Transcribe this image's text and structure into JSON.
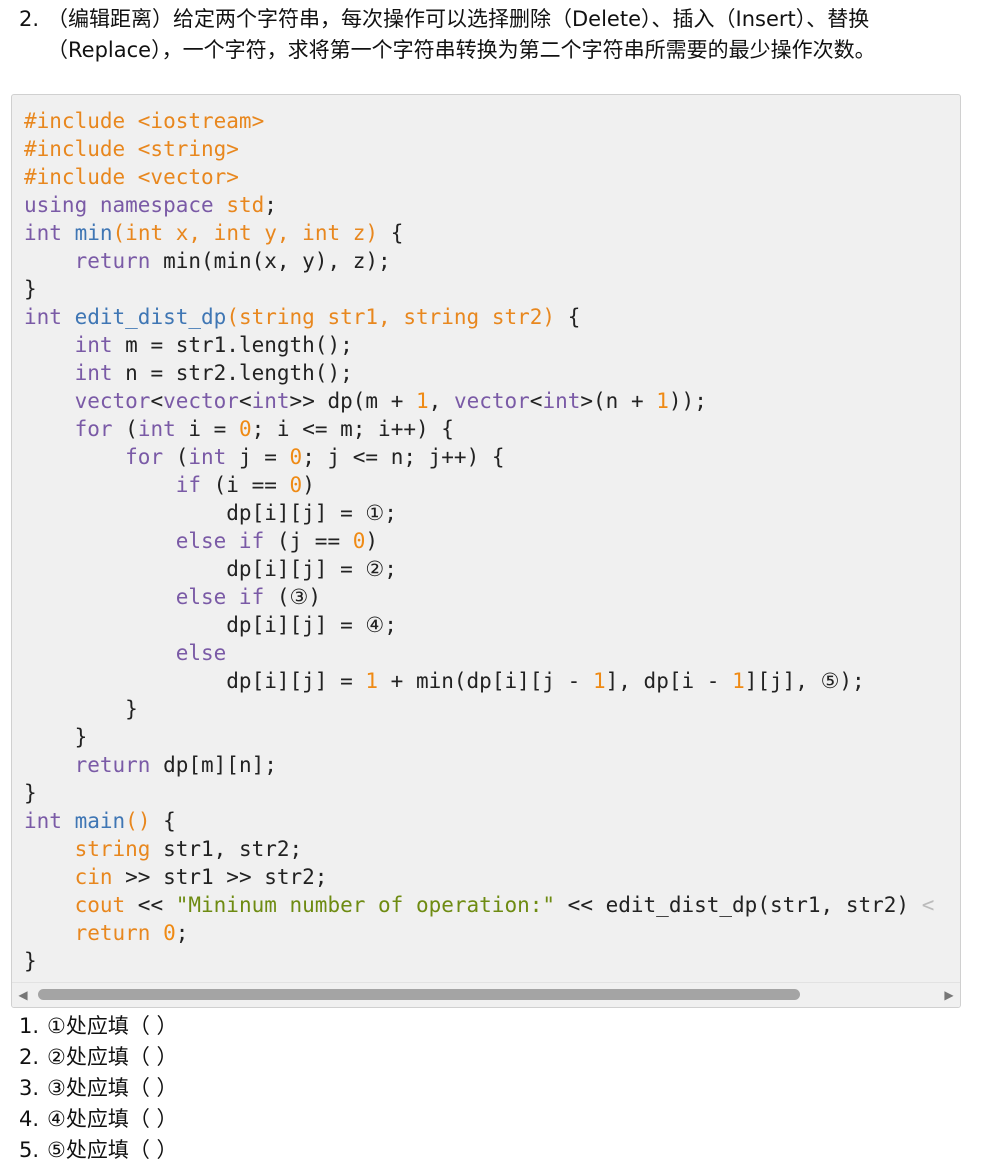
{
  "question": {
    "number": "2.",
    "text": "（编辑距离）给定两个字符串，每次操作可以选择删除（Delete）、插入（Insert）、替换（Replace），一个字符，求将第一个字符串转换为第二个字符串所需要的最少操作次数。"
  },
  "code_lines": [
    [
      {
        "t": "#include <iostream>",
        "c": "args"
      }
    ],
    [
      {
        "t": "#include <string>",
        "c": "args"
      }
    ],
    [
      {
        "t": "#include <vector>",
        "c": "args"
      }
    ],
    [
      {
        "t": "using namespace",
        "c": "kw"
      },
      {
        "t": " "
      },
      {
        "t": "std",
        "c": "args"
      },
      {
        "t": ";"
      }
    ],
    [
      {
        "t": "int",
        "c": "kw"
      },
      {
        "t": " "
      },
      {
        "t": "min",
        "c": "fn"
      },
      {
        "t": "(int x, int y, int z)",
        "c": "args"
      },
      {
        "t": " {"
      }
    ],
    [
      {
        "t": "    "
      },
      {
        "t": "return",
        "c": "kw"
      },
      {
        "t": " min(min(x, y), z);"
      }
    ],
    [
      {
        "t": "}"
      }
    ],
    [
      {
        "t": "int",
        "c": "kw"
      },
      {
        "t": " "
      },
      {
        "t": "edit_dist_dp",
        "c": "fn"
      },
      {
        "t": "(string str1, string str2)",
        "c": "args"
      },
      {
        "t": " {"
      }
    ],
    [
      {
        "t": "    "
      },
      {
        "t": "int",
        "c": "kw"
      },
      {
        "t": " m = str1.length();"
      }
    ],
    [
      {
        "t": "    "
      },
      {
        "t": "int",
        "c": "kw"
      },
      {
        "t": " n = str2.length();"
      }
    ],
    [
      {
        "t": "    "
      },
      {
        "t": "vector",
        "c": "kw"
      },
      {
        "t": "<"
      },
      {
        "t": "vector",
        "c": "kw"
      },
      {
        "t": "<"
      },
      {
        "t": "int",
        "c": "kw"
      },
      {
        "t": ">> dp(m + "
      },
      {
        "t": "1",
        "c": "num"
      },
      {
        "t": ", "
      },
      {
        "t": "vector",
        "c": "kw"
      },
      {
        "t": "<"
      },
      {
        "t": "int",
        "c": "kw"
      },
      {
        "t": ">(n + "
      },
      {
        "t": "1",
        "c": "num"
      },
      {
        "t": "));"
      }
    ],
    [
      {
        "t": "    "
      },
      {
        "t": "for",
        "c": "kw"
      },
      {
        "t": " ("
      },
      {
        "t": "int",
        "c": "kw"
      },
      {
        "t": " i = "
      },
      {
        "t": "0",
        "c": "num"
      },
      {
        "t": "; i <= m; i++) {"
      }
    ],
    [
      {
        "t": "        "
      },
      {
        "t": "for",
        "c": "kw"
      },
      {
        "t": " ("
      },
      {
        "t": "int",
        "c": "kw"
      },
      {
        "t": " j = "
      },
      {
        "t": "0",
        "c": "num"
      },
      {
        "t": "; j <= n; j++) {"
      }
    ],
    [
      {
        "t": "            "
      },
      {
        "t": "if",
        "c": "kw"
      },
      {
        "t": " (i == "
      },
      {
        "t": "0",
        "c": "num"
      },
      {
        "t": ")"
      }
    ],
    [
      {
        "t": "                dp[i][j] = ①;"
      }
    ],
    [
      {
        "t": "            "
      },
      {
        "t": "else if",
        "c": "kw"
      },
      {
        "t": " (j == "
      },
      {
        "t": "0",
        "c": "num"
      },
      {
        "t": ")"
      }
    ],
    [
      {
        "t": "                dp[i][j] = ②;"
      }
    ],
    [
      {
        "t": "            "
      },
      {
        "t": "else if",
        "c": "kw"
      },
      {
        "t": " (③)"
      }
    ],
    [
      {
        "t": "                dp[i][j] = ④;"
      }
    ],
    [
      {
        "t": "            "
      },
      {
        "t": "else",
        "c": "kw"
      }
    ],
    [
      {
        "t": "                dp[i][j] = "
      },
      {
        "t": "1",
        "c": "num"
      },
      {
        "t": " + min(dp[i][j - "
      },
      {
        "t": "1",
        "c": "num"
      },
      {
        "t": "], dp[i - "
      },
      {
        "t": "1",
        "c": "num"
      },
      {
        "t": "][j], ⑤);"
      }
    ],
    [
      {
        "t": "        }"
      }
    ],
    [
      {
        "t": "    }"
      }
    ],
    [
      {
        "t": "    "
      },
      {
        "t": "return",
        "c": "kw"
      },
      {
        "t": " dp[m][n];"
      }
    ],
    [
      {
        "t": "}"
      }
    ],
    [
      {
        "t": "int",
        "c": "kw"
      },
      {
        "t": " "
      },
      {
        "t": "main",
        "c": "fn"
      },
      {
        "t": "()",
        "c": "args"
      },
      {
        "t": " {"
      }
    ],
    [
      {
        "t": "    "
      },
      {
        "t": "string",
        "c": "args"
      },
      {
        "t": " str1, str2;"
      }
    ],
    [
      {
        "t": "    "
      },
      {
        "t": "cin",
        "c": "args"
      },
      {
        "t": " >> str1 >> str2;"
      }
    ],
    [
      {
        "t": "    "
      },
      {
        "t": "cout",
        "c": "args"
      },
      {
        "t": " << "
      },
      {
        "t": "\"Mininum number of operation:\"",
        "c": "str"
      },
      {
        "t": " << edit_dist_dp(str1, str2) "
      },
      {
        "t": "<",
        "c": "cut"
      }
    ],
    [
      {
        "t": "    "
      },
      {
        "t": "return",
        "c": "args"
      },
      {
        "t": " "
      },
      {
        "t": "0",
        "c": "num"
      },
      {
        "t": ";"
      }
    ],
    [
      {
        "t": "}"
      }
    ]
  ],
  "scrollbar": {
    "left_arrow": "◀",
    "right_arrow": "▶",
    "position": 0.0,
    "visible_fraction": 0.85
  },
  "blanks": [
    {
      "num": "1.",
      "text": "①处应填（ ）"
    },
    {
      "num": "2.",
      "text": "②处应填（ ）"
    },
    {
      "num": "3.",
      "text": "③处应填（ ）"
    },
    {
      "num": "4.",
      "text": "④处应填（ ）"
    },
    {
      "num": "5.",
      "text": "⑤处应填（ ）"
    }
  ]
}
